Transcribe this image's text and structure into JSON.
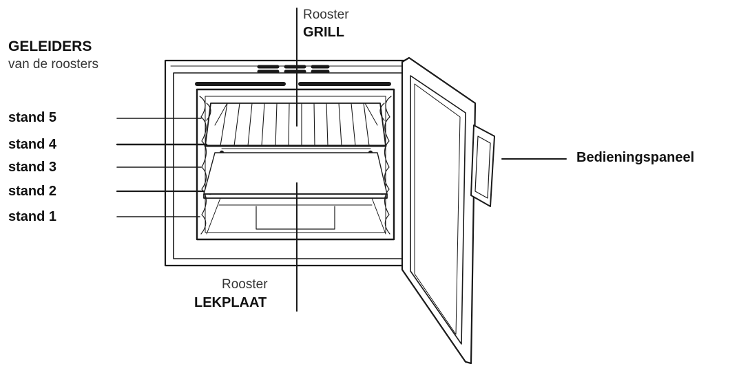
{
  "labels": {
    "geleiders_title": "GELEIDERS",
    "geleiders_subtitle": "van de roosters",
    "stand_5": "stand 5",
    "stand_4": "stand 4",
    "stand_3": "stand 3",
    "stand_2": "stand 2",
    "stand_1": "stand 1",
    "grill_line1": "Rooster",
    "grill_line2": "GRILL",
    "lekplaat_line1": "Rooster",
    "lekplaat_line2": "LEKPLAAT",
    "bedieningspaneel": "Bedieningspaneel"
  }
}
